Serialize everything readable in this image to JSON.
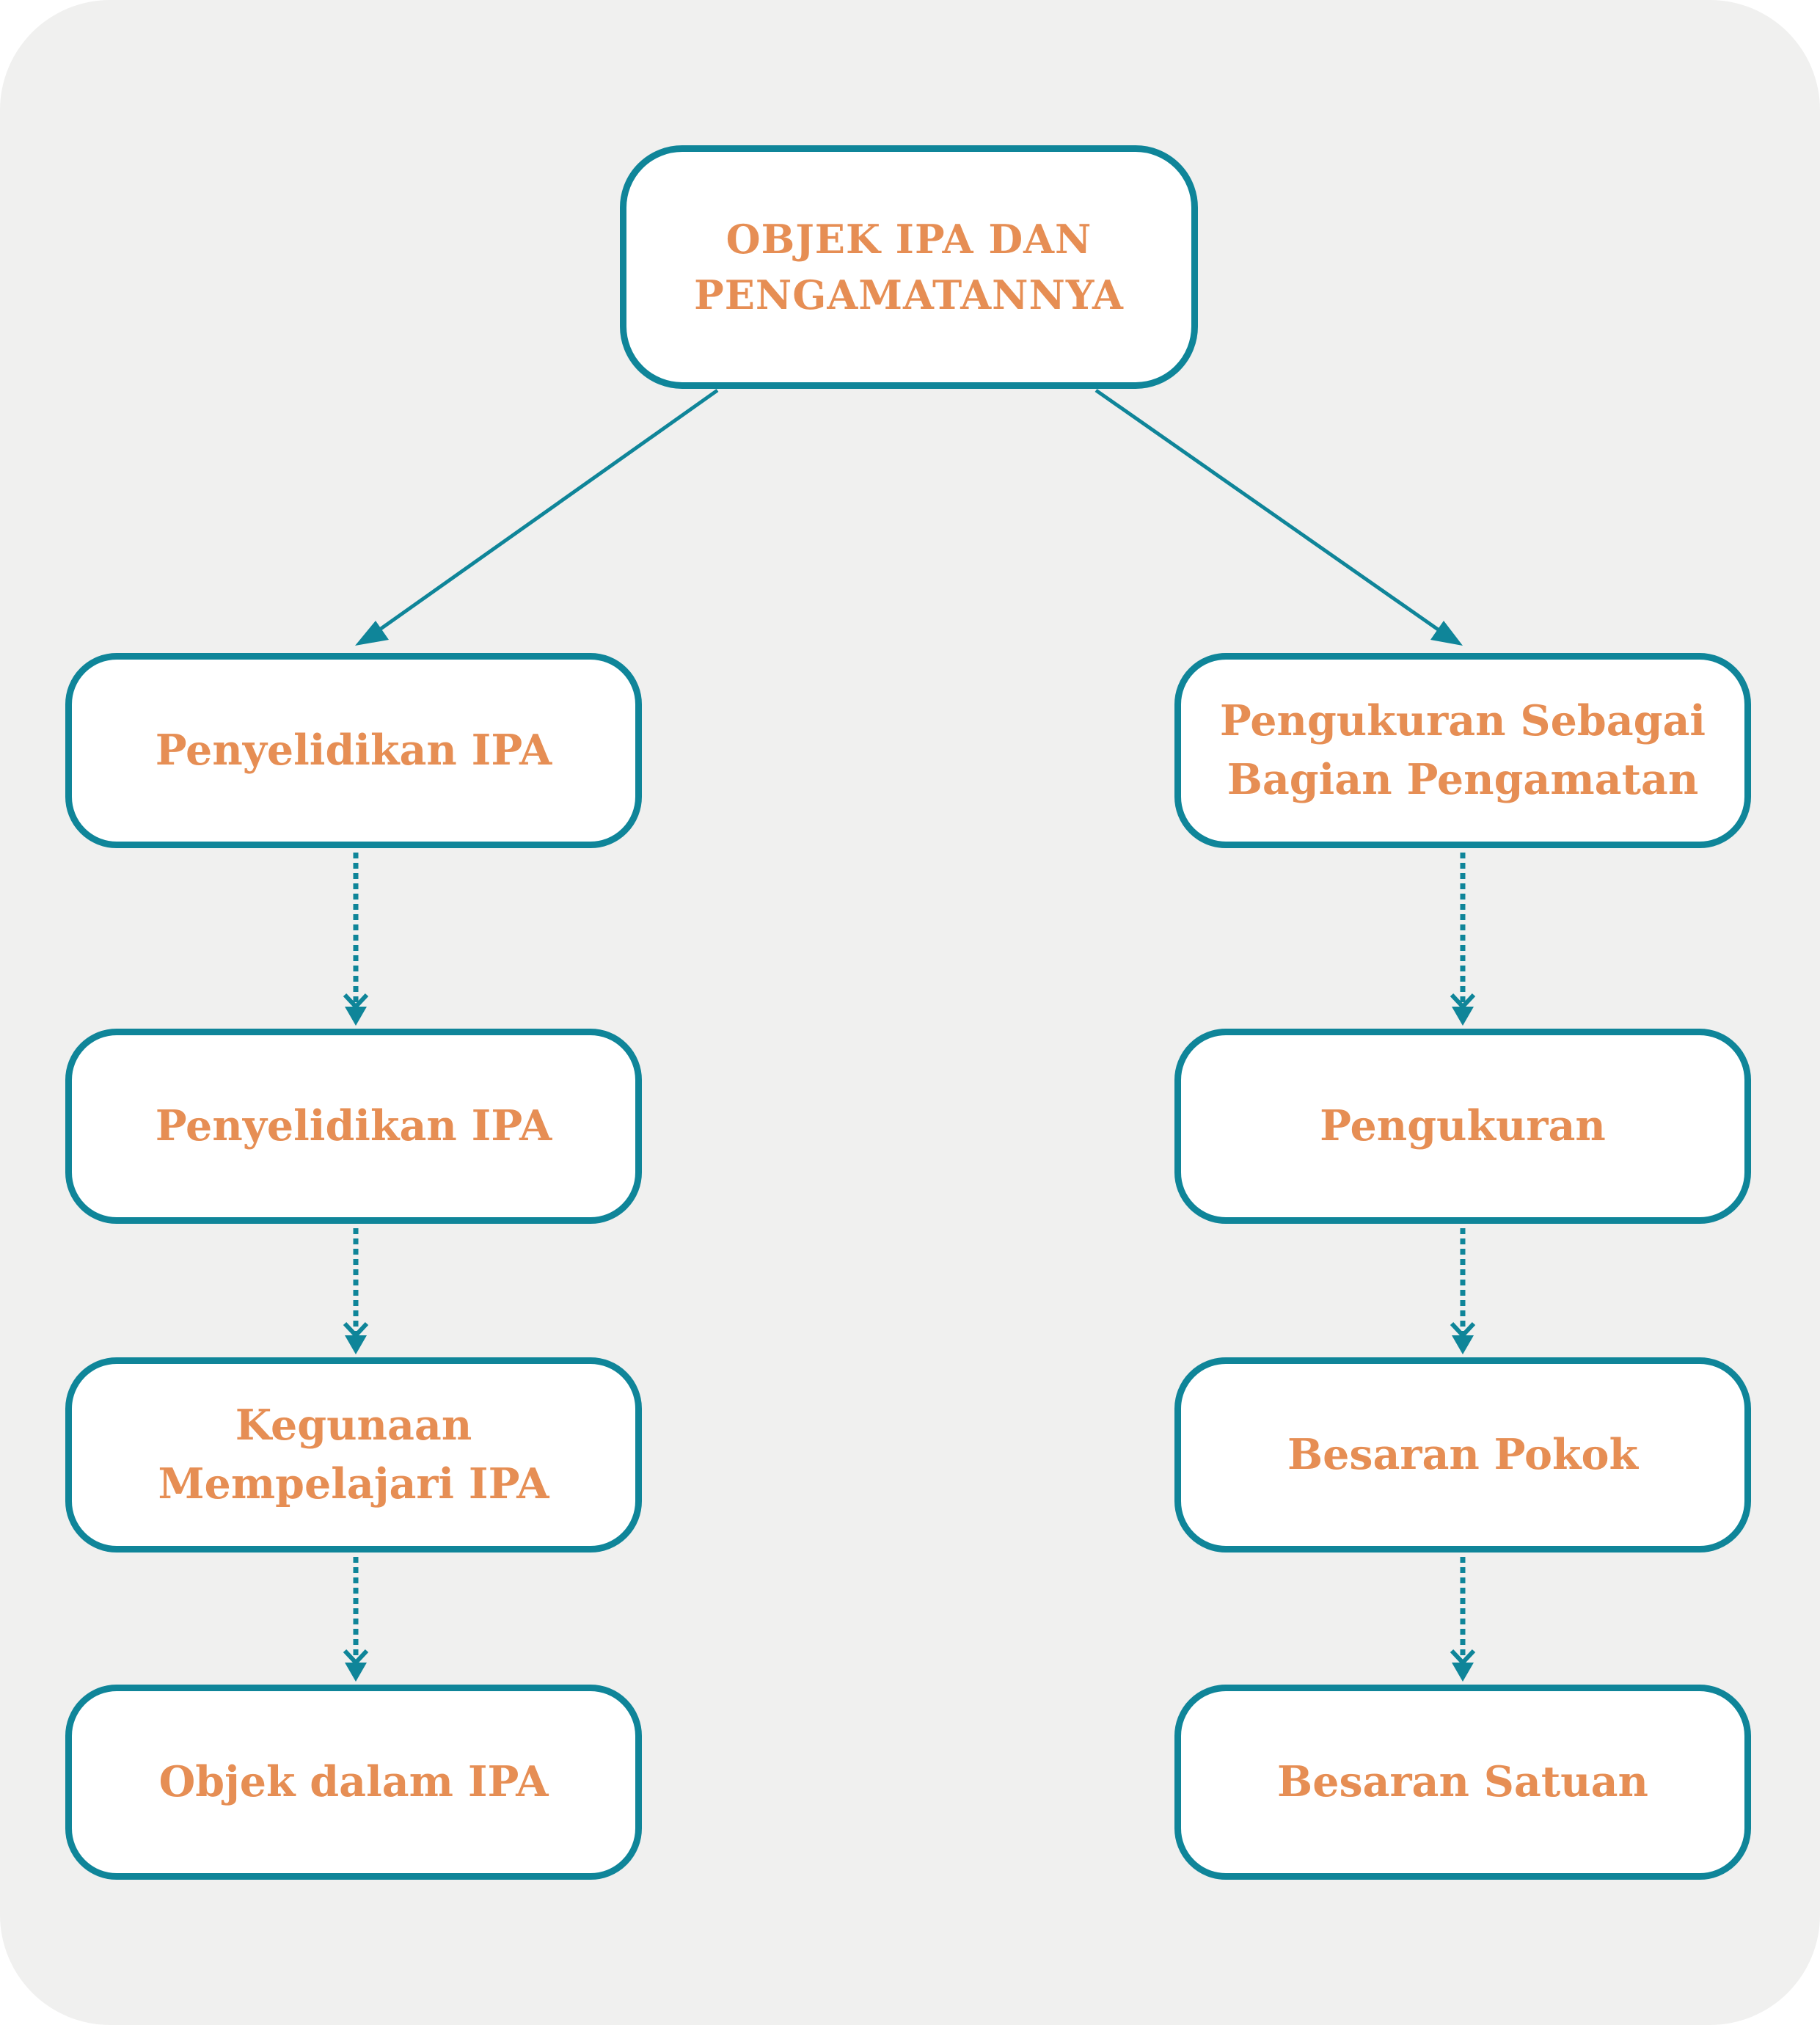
{
  "root": {
    "label": "OBJEK IPA DAN\nPENGAMATANNYA"
  },
  "left_branch": [
    {
      "label": "Penyelidikan IPA"
    },
    {
      "label": "Penyelidikan IPA"
    },
    {
      "label": "Kegunaan\nMempelajari IPA"
    },
    {
      "label": "Objek dalam IPA"
    }
  ],
  "right_branch": [
    {
      "label": "Pengukuran Sebagai\nBagian Pengamatan"
    },
    {
      "label": "Pengukuran"
    },
    {
      "label": "Besaran Pokok"
    },
    {
      "label": "Besaran Satuan"
    }
  ],
  "colors": {
    "border": "#0f8599",
    "text": "#e68e54",
    "background": "#f0f0ef",
    "box_fill": "#ffffff"
  }
}
